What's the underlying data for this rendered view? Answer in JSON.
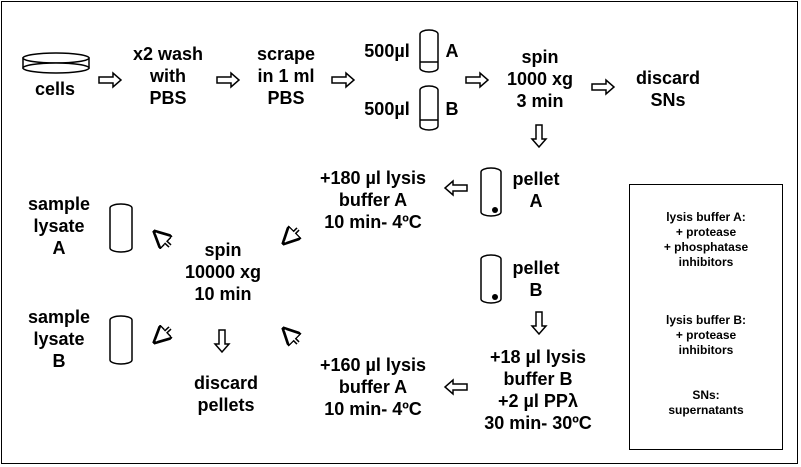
{
  "steps": {
    "cells": "cells",
    "wash": "x2 wash\nwith\nPBS",
    "scrape": "scrape\nin 1 ml\nPBS",
    "aliquot_a": "500µl",
    "aliquot_b": "500µl",
    "tube_a_letter": "A",
    "tube_b_letter": "B",
    "spin1": "spin\n1000 xg\n3 min",
    "discard_sns": "discard\nSNs",
    "pellet_a": "pellet\nA",
    "pellet_b": "pellet\nB",
    "lysis_a_top": "+180 µl lysis\nbuffer A\n10 min- 4ºC",
    "lysis_b": "+18 µl lysis\nbuffer B\n+2 µl PPλ\n30 min- 30ºC",
    "lysis_a_bottom": "+160 µl lysis\nbuffer A\n10 min- 4ºC",
    "spin2": "spin\n10000 xg\n10 min",
    "sample_a": "sample\nlysate\nA",
    "sample_b": "sample\nlysate\nB",
    "discard_pellets": "discard\npellets"
  },
  "legend": {
    "buffer_a": "lysis buffer A:\n+ protease\n+ phosphatase\ninhibitors",
    "buffer_b": "lysis buffer B:\n+ protease\ninhibitors",
    "sns": "SNs:\nsupernatants"
  }
}
